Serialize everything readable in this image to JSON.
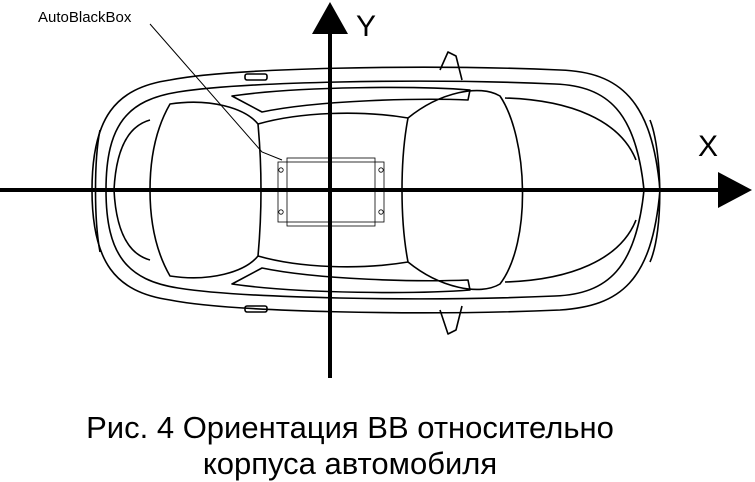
{
  "diagram": {
    "device_label": "AutoBlackBox",
    "axis_x_label": "X",
    "axis_y_label": "Y"
  },
  "caption": {
    "line1": "Рис. 4 Ориентация ВВ относительно",
    "line2": "корпуса автомобиля"
  }
}
